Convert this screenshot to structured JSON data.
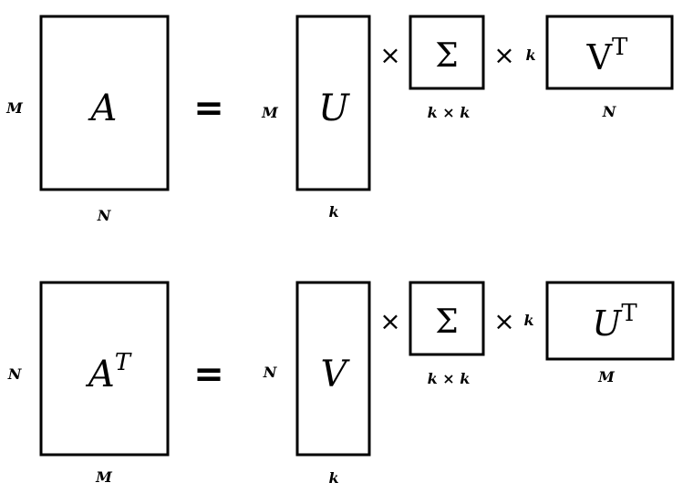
{
  "colors": {
    "stroke": "#000000",
    "background": "#ffffff"
  },
  "equations": [
    {
      "lhs": {
        "symbol": "A",
        "sup": "",
        "row_dim": "M",
        "col_dim": "N"
      },
      "equals": "=",
      "left_factor": {
        "symbol": "U",
        "sup": "",
        "row_dim": "M",
        "col_dim": "k"
      },
      "times_1": "×",
      "middle_factor": {
        "symbol": "Σ",
        "dim_label": "k × k"
      },
      "times_2": "×",
      "right_factor": {
        "symbol": "V",
        "sup": "T",
        "row_dim": "k",
        "col_dim": "N"
      }
    },
    {
      "lhs": {
        "symbol": "A",
        "sup": "T",
        "row_dim": "N",
        "col_dim": "M"
      },
      "equals": "=",
      "left_factor": {
        "symbol": "V",
        "sup": "",
        "row_dim": "N",
        "col_dim": "k"
      },
      "times_1": "×",
      "middle_factor": {
        "symbol": "Σ",
        "dim_label": "k × k"
      },
      "times_2": "×",
      "right_factor": {
        "symbol": "U",
        "sup": "T",
        "row_dim": "k",
        "col_dim": "M"
      }
    }
  ]
}
